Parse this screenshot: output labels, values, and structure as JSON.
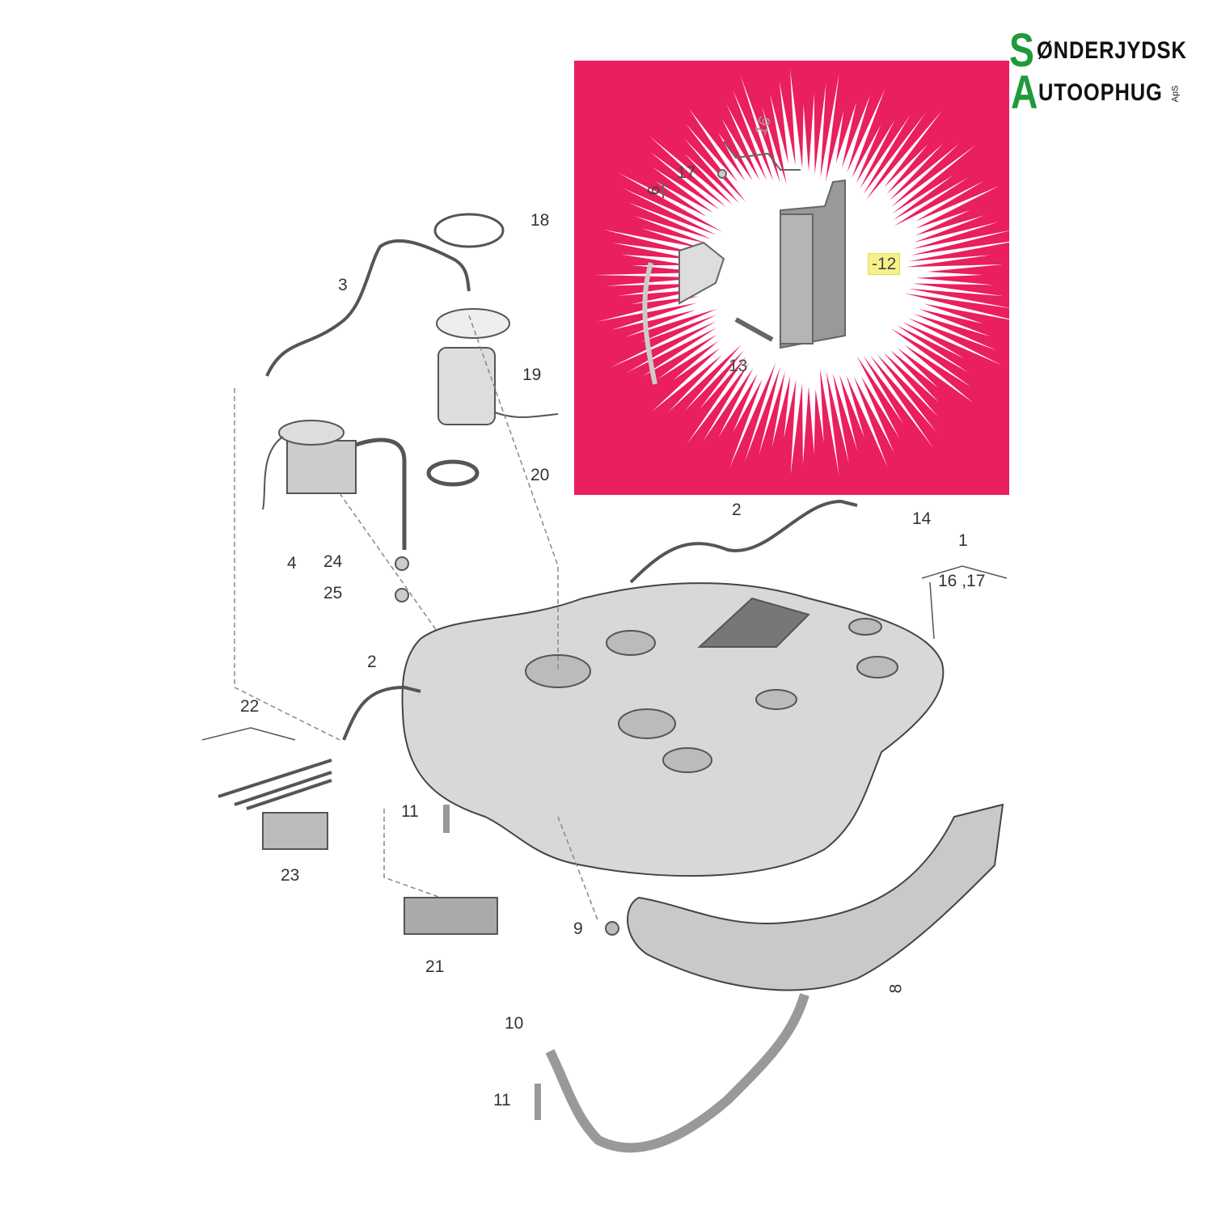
{
  "logo": {
    "line1_initial": "S",
    "line1_rest": "ØNDERJYDSK",
    "line2_initial": "A",
    "line2_rest": "UTOOPHUG",
    "suffix": "ApS",
    "brand_green": "#1f9a3a"
  },
  "diagram": {
    "labels": [
      "18",
      "3",
      "19",
      "20",
      "2",
      "14",
      "1",
      "16 ,17",
      "4",
      "24",
      "25",
      "2",
      "22",
      "11",
      "23",
      "21",
      "9",
      "8",
      "10",
      "11"
    ]
  },
  "inset": {
    "background": "#e91f5e",
    "labels": [
      "16",
      "17",
      "6",
      "-12",
      "13"
    ],
    "highlighted_part": "12",
    "highlight_color": "#f7ef8a"
  }
}
